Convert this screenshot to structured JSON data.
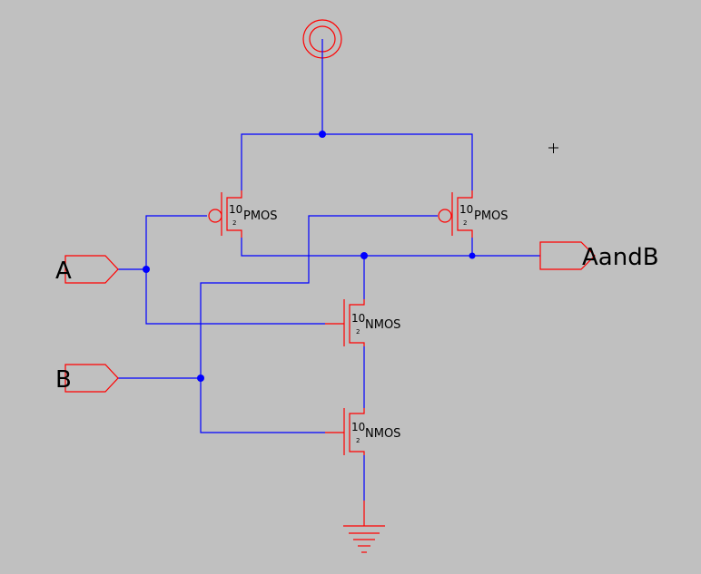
{
  "pins": {
    "a": "A",
    "b": "B",
    "out": "AandB"
  },
  "transistors": {
    "p1": {
      "type": "PMOS",
      "w": "10",
      "l": "2"
    },
    "p2": {
      "type": "PMOS",
      "w": "10",
      "l": "2"
    },
    "n1": {
      "type": "NMOS",
      "w": "10",
      "l": "2"
    },
    "n2": {
      "type": "NMOS",
      "w": "10",
      "l": "2"
    }
  },
  "colors": {
    "background": "#c0c0c0",
    "wire": "#0000ff",
    "device": "#ff0000",
    "text": "#000000"
  },
  "icons": {
    "vdd": "vdd-supply-icon",
    "gnd": "ground-icon",
    "cursor": "crosshair-cursor-icon"
  }
}
